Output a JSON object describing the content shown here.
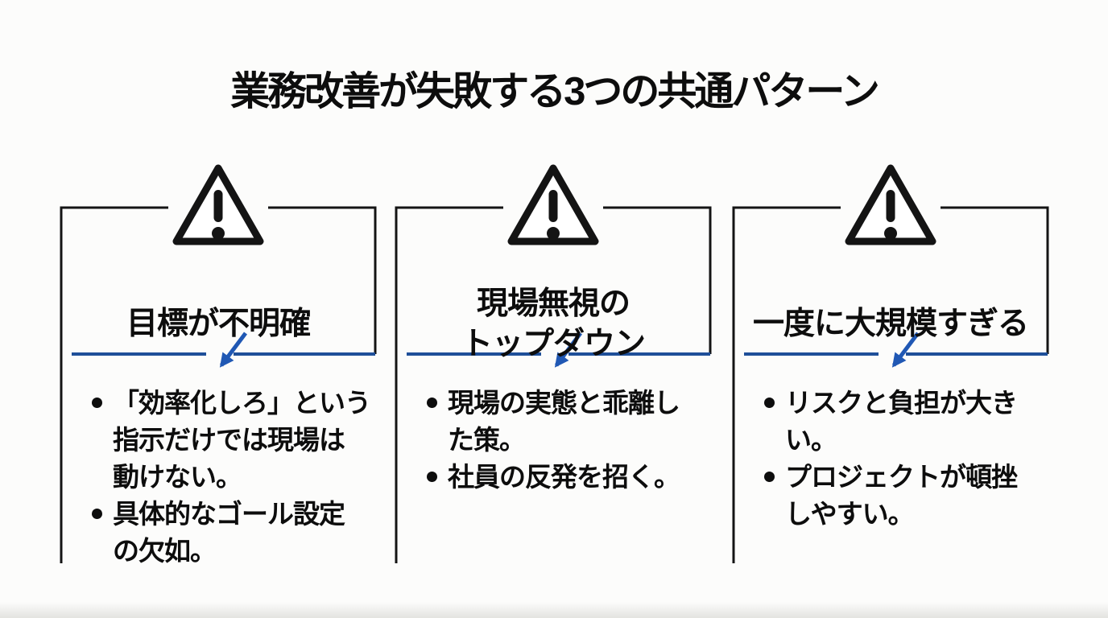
{
  "page": {
    "title": "業務改善が失敗する3つの共通パターン",
    "colors": {
      "background": "#fcfcfb",
      "text_black": "#0d0d0d",
      "border_black": "#141414",
      "divider_line_blue": "#1e4f99",
      "arrow_blue": "#2058b4"
    }
  },
  "cards": [
    {
      "icon": "warning-triangle-icon",
      "heading": "目標が不明確",
      "heading_lines": [
        "目標が不明確"
      ],
      "bullets": [
        {
          "text": "「効率化しろ」という指示だけでは現場は動けない。",
          "lines": [
            "「効率化しろ」という",
            "指示だけでは現場は",
            "動けない。"
          ]
        },
        {
          "text": "具体的なゴール設定の欠如。",
          "lines": [
            "具体的なゴール設定",
            "の欠如。"
          ]
        }
      ]
    },
    {
      "icon": "warning-triangle-icon",
      "heading": "現場無視のトップダウン",
      "heading_lines": [
        "現場無視の",
        "トップダウン"
      ],
      "bullets": [
        {
          "text": "現場の実態と乖離した策。",
          "lines": [
            "現場の実態と乖離し",
            "た策。"
          ]
        },
        {
          "text": "社員の反発を招く。",
          "lines": [
            "社員の反発を招く。"
          ]
        }
      ]
    },
    {
      "icon": "warning-triangle-icon",
      "heading": "一度に大規模すぎる",
      "heading_lines": [
        "一度に大規模すぎる"
      ],
      "bullets": [
        {
          "text": "リスクと負担が大きい。",
          "lines": [
            "リスクと負担が大き",
            "い。"
          ]
        },
        {
          "text": "プロジェクトが頓挫しやすい。",
          "lines": [
            "プロジェクトが頓挫",
            "しやすい。"
          ]
        }
      ]
    }
  ]
}
